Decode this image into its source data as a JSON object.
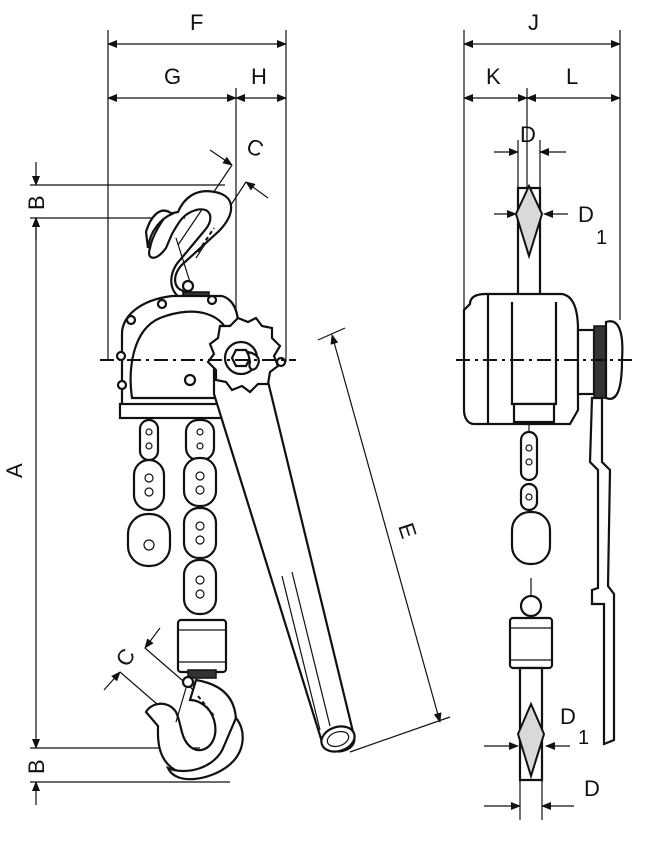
{
  "figure": {
    "labels": {
      "F": "F",
      "G": "G",
      "H": "H",
      "C_top": "C",
      "B_top": "B",
      "A": "A",
      "E": "E",
      "C_bottom": "C",
      "B_bottom": "B",
      "J": "J",
      "K": "K",
      "L": "L",
      "D_top": "D",
      "D1_top": "D",
      "D1_top_sub": "1",
      "D1_bottom": "D",
      "D1_bottom_sub": "1",
      "D_bottom": "D"
    }
  }
}
